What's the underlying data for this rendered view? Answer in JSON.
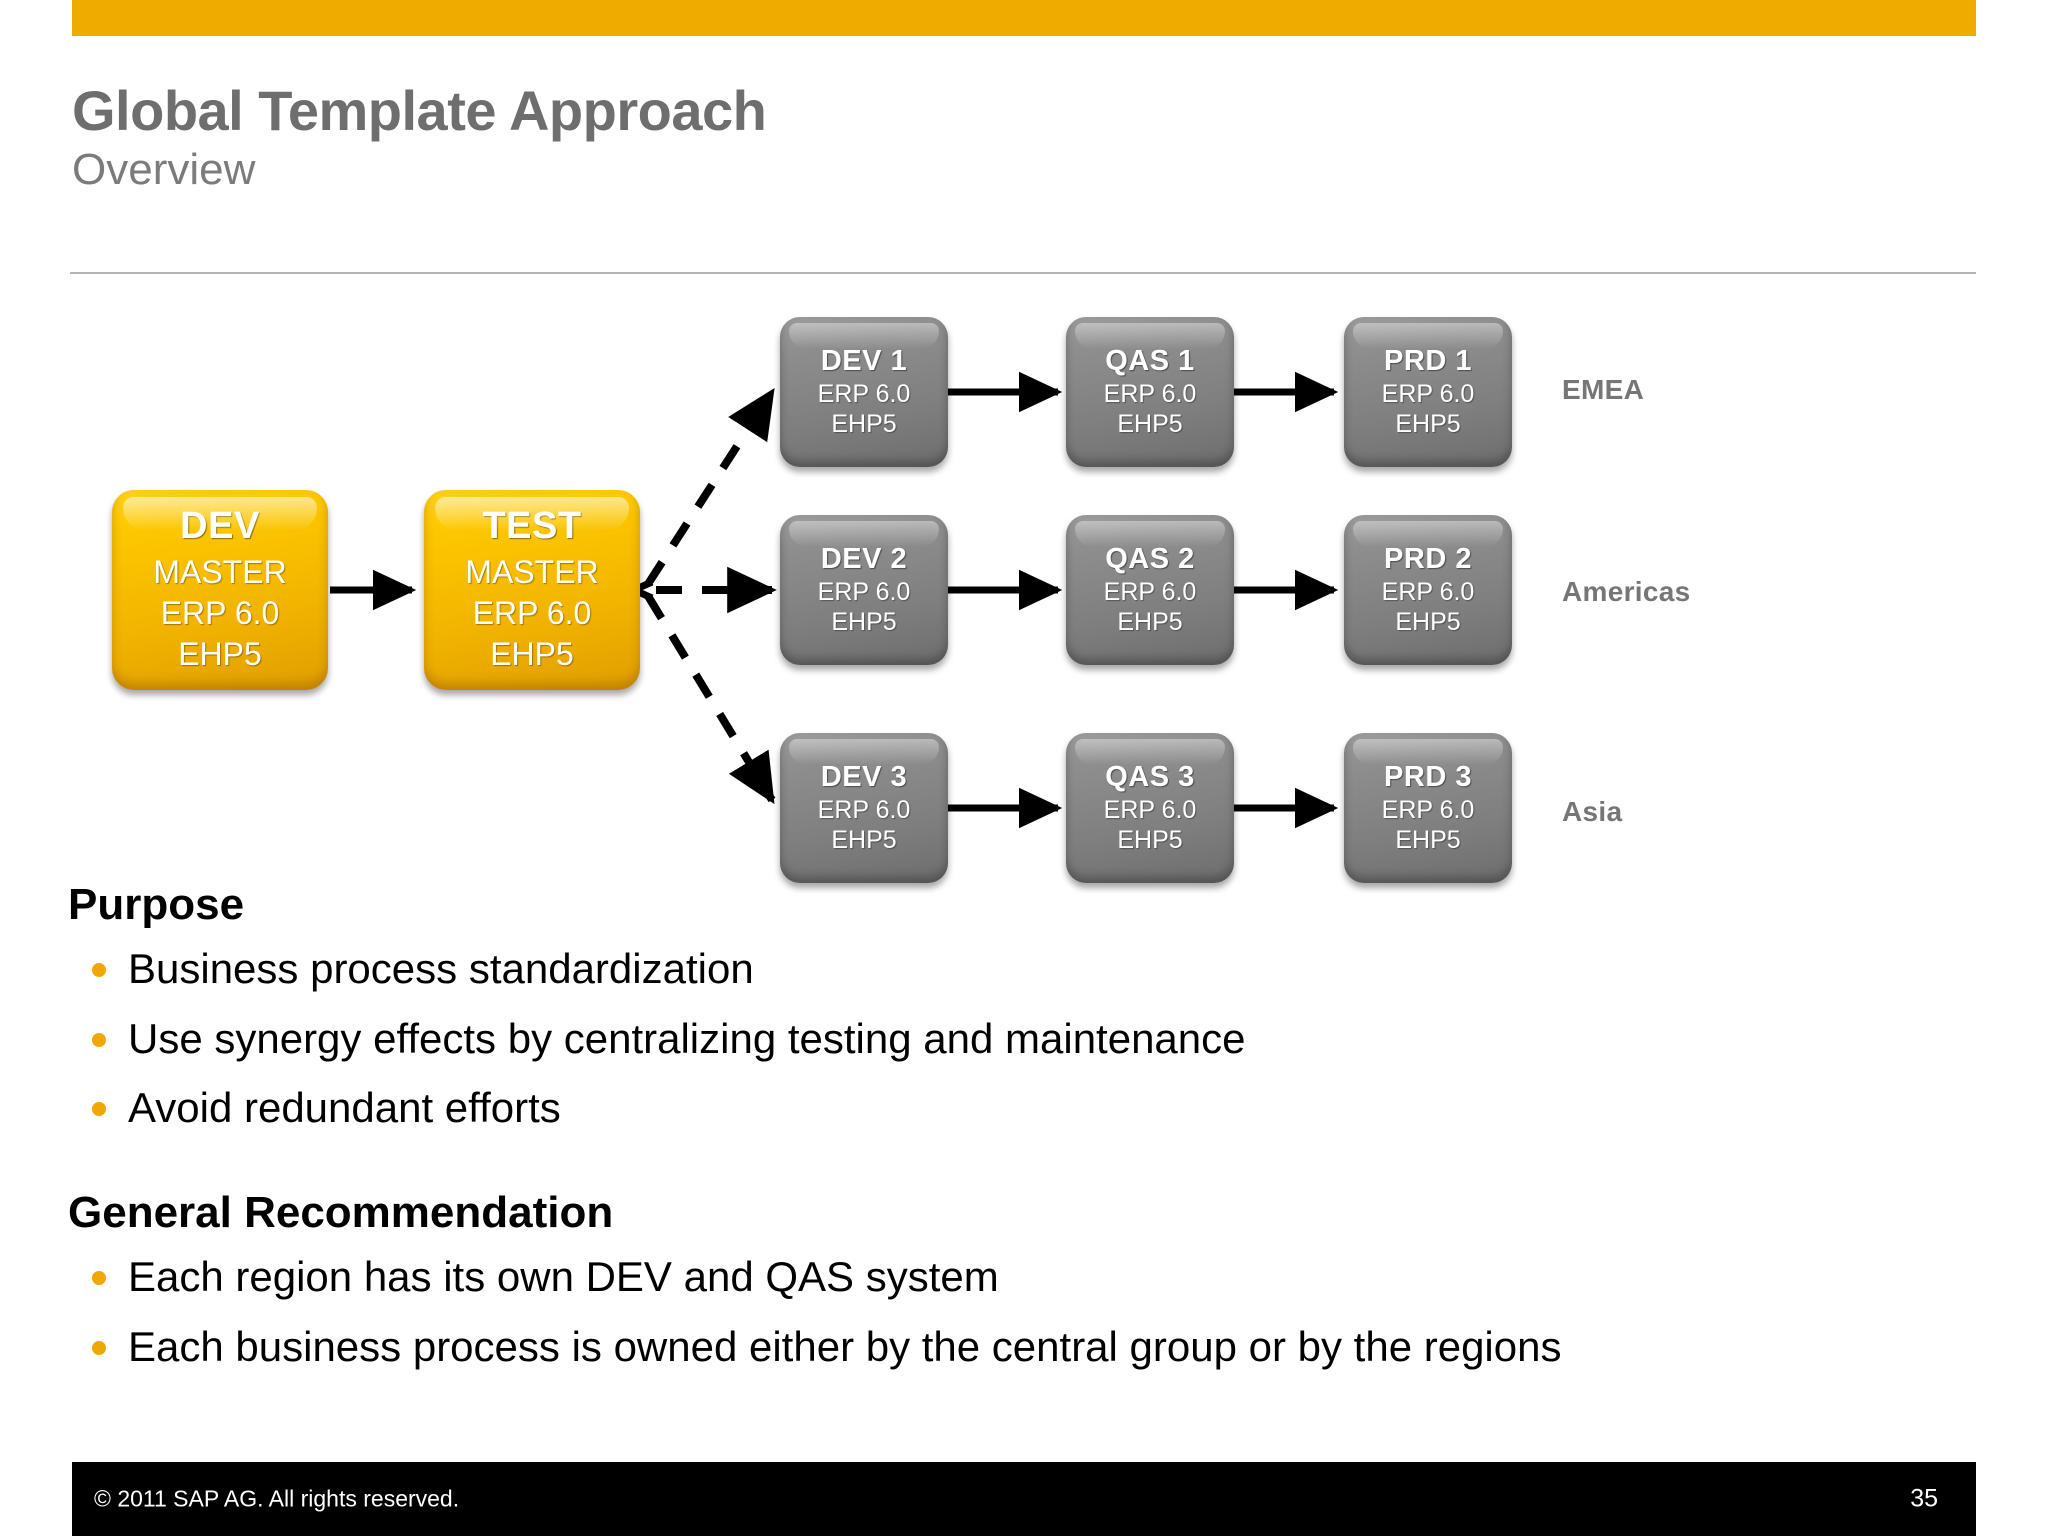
{
  "slide": {
    "title": "Global Template Approach",
    "subtitle": "Overview",
    "accent_color": "#f0ab00",
    "title_color": "#6e6e6e"
  },
  "diagram": {
    "master_nodes": [
      {
        "title": "DEV",
        "line2": "MASTER",
        "line3": "ERP 6.0",
        "line4": "EHP5"
      },
      {
        "title": "TEST",
        "line2": "MASTER",
        "line3": "ERP 6.0",
        "line4": "EHP5"
      }
    ],
    "system_nodes": [
      {
        "title": "DEV 1",
        "line2": "ERP 6.0",
        "line3": "EHP5"
      },
      {
        "title": "QAS 1",
        "line2": "ERP 6.0",
        "line3": "EHP5"
      },
      {
        "title": "PRD 1",
        "line2": "ERP 6.0",
        "line3": "EHP5"
      },
      {
        "title": "DEV 2",
        "line2": "ERP 6.0",
        "line3": "EHP5"
      },
      {
        "title": "QAS 2",
        "line2": "ERP 6.0",
        "line3": "EHP5"
      },
      {
        "title": "PRD 2",
        "line2": "ERP 6.0",
        "line3": "EHP5"
      },
      {
        "title": "DEV 3",
        "line2": "ERP 6.0",
        "line3": "EHP5"
      },
      {
        "title": "QAS 3",
        "line2": "ERP 6.0",
        "line3": "EHP5"
      },
      {
        "title": "PRD 3",
        "line2": "ERP 6.0",
        "line3": "EHP5"
      }
    ],
    "regions": [
      "EMEA",
      "Americas",
      "Asia"
    ],
    "master_fill": "#f2b400",
    "system_fill": "#808080"
  },
  "sections": [
    {
      "heading": "Purpose",
      "bullets": [
        "Business process standardization",
        "Use synergy effects by centralizing testing and maintenance",
        "Avoid redundant efforts"
      ]
    },
    {
      "heading": "General Recommendation",
      "bullets": [
        "Each region has its own DEV and QAS system",
        "Each business process is owned either by the central group or by the regions"
      ]
    }
  ],
  "footer": {
    "copyright": "©  2011 SAP AG. All rights reserved.",
    "page_number": "35"
  }
}
